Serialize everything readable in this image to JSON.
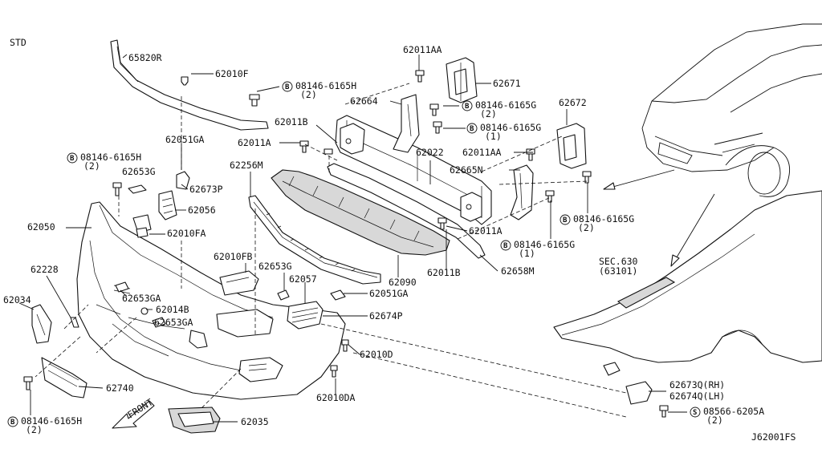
{
  "header": {
    "variant": "STD"
  },
  "footer": {
    "diagram_id": "J62001FS"
  },
  "direction": {
    "label": "FRONT"
  },
  "bolt_prefix": "B",
  "screw_prefix": "S",
  "callouts": [
    {
      "id": "c65820R",
      "text": "65820R"
    },
    {
      "id": "c62010F",
      "text": "62010F"
    },
    {
      "id": "cB1",
      "text": "08146-6165H",
      "qty": "(2)",
      "prefix": "B"
    },
    {
      "id": "c62011B_a",
      "text": "62011B"
    },
    {
      "id": "c62011A_a",
      "text": "62011A"
    },
    {
      "id": "c62051GA_a",
      "text": "62051GA"
    },
    {
      "id": "cB2",
      "text": "08146-6165H",
      "qty": "(2)",
      "prefix": "B"
    },
    {
      "id": "c62653G_a",
      "text": "62653G"
    },
    {
      "id": "c62673P",
      "text": "62673P"
    },
    {
      "id": "c62056",
      "text": "62056"
    },
    {
      "id": "c62050",
      "text": "62050"
    },
    {
      "id": "c62010FA",
      "text": "62010FA"
    },
    {
      "id": "c62256M",
      "text": "62256M"
    },
    {
      "id": "c62022",
      "text": "62022"
    },
    {
      "id": "c62011AA_a",
      "text": "62011AA"
    },
    {
      "id": "c62671",
      "text": "62671"
    },
    {
      "id": "c62664",
      "text": "62664"
    },
    {
      "id": "cB3",
      "text": "08146-6165G",
      "qty": "(2)",
      "prefix": "B"
    },
    {
      "id": "cB4",
      "text": "08146-6165G",
      "qty": "(1)",
      "prefix": "B"
    },
    {
      "id": "c62672",
      "text": "62672"
    },
    {
      "id": "c62011AA_b",
      "text": "62011AA"
    },
    {
      "id": "c62665N",
      "text": "62665N"
    },
    {
      "id": "cB5",
      "text": "08146-6165G",
      "qty": "(2)",
      "prefix": "B"
    },
    {
      "id": "cB6",
      "text": "08146-6165G",
      "qty": "(1)",
      "prefix": "B"
    },
    {
      "id": "c62011A_b",
      "text": "62011A"
    },
    {
      "id": "c62011B_b",
      "text": "62011B"
    },
    {
      "id": "c62658M",
      "text": "62658M"
    },
    {
      "id": "c62090",
      "text": "62090"
    },
    {
      "id": "c62010FB",
      "text": "62010FB"
    },
    {
      "id": "c62653G_b",
      "text": "62653G"
    },
    {
      "id": "c62057",
      "text": "62057"
    },
    {
      "id": "c62051GA_b",
      "text": "62051GA"
    },
    {
      "id": "c62674P",
      "text": "62674P"
    },
    {
      "id": "c62228",
      "text": "62228"
    },
    {
      "id": "c62034",
      "text": "62034"
    },
    {
      "id": "c62653GA_a",
      "text": "62653GA"
    },
    {
      "id": "c62014B",
      "text": "62014B"
    },
    {
      "id": "c62653GA_b",
      "text": "62653GA"
    },
    {
      "id": "c62010D",
      "text": "62010D"
    },
    {
      "id": "c62740",
      "text": "62740"
    },
    {
      "id": "c62010DA",
      "text": "62010DA"
    },
    {
      "id": "c62035",
      "text": "62035"
    },
    {
      "id": "cB7",
      "text": "08146-6165H",
      "qty": "(2)",
      "prefix": "B"
    },
    {
      "id": "cSec",
      "text": "SEC.630",
      "sub": "(63101)"
    },
    {
      "id": "c62673Q",
      "text": "62673Q(RH)"
    },
    {
      "id": "c62674Q",
      "text": "62674Q(LH)"
    },
    {
      "id": "cS1",
      "text": "08566-6205A",
      "qty": "(2)",
      "prefix": "S"
    }
  ]
}
